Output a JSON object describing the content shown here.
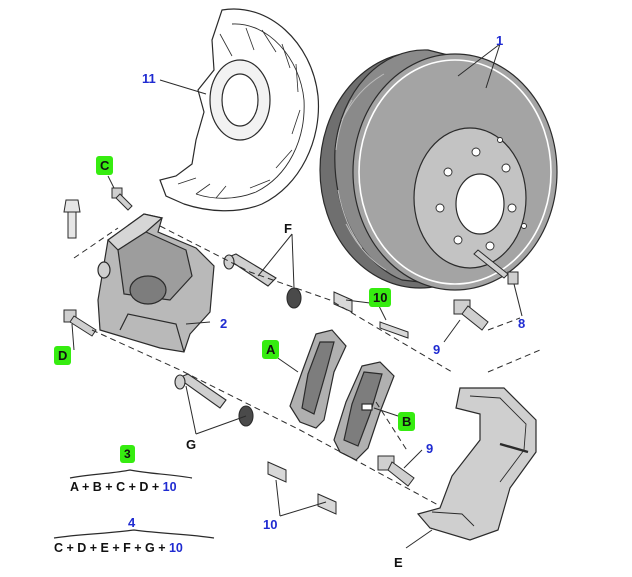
{
  "labels": {
    "disc": "1",
    "caliper": "2",
    "assembly_a": "3",
    "assembly_b": "4",
    "stud": "8",
    "bolt_upper": "9",
    "bolt_lower": "9",
    "clip_upper": "10",
    "clip_lower": "10",
    "shield": "11",
    "pad_inner": "A",
    "pad_outer": "B",
    "bleed_screw": "C",
    "guide_bolt": "D",
    "bracket": "E",
    "pin_upper": "F",
    "pin_lower": "G"
  },
  "formulas": {
    "assembly_a": {
      "prefix": "A + B + C + D + ",
      "suffix": "10"
    },
    "assembly_b": {
      "prefix": "C + D + E + F + G + ",
      "suffix": "10"
    }
  },
  "colors": {
    "label_blue": "#1f2bd1",
    "highlight_green": "#36ec10",
    "line_art": "#2b2b2b",
    "disc_face": "#a4a4a4",
    "disc_shadow": "#6f6f6f",
    "pad_fill": "#7d7d7d"
  }
}
